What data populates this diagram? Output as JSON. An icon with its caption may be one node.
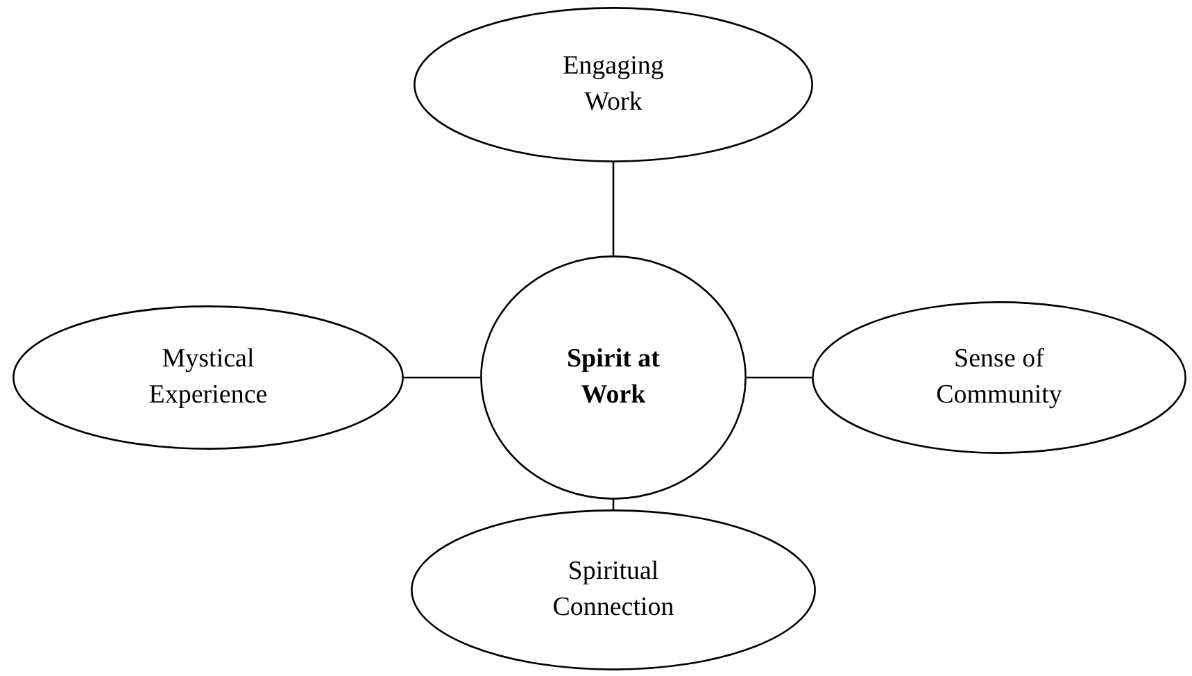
{
  "diagram": {
    "nodes": [
      {
        "text": [
          "Engaging Work"
        ]
      },
      {
        "text": [
          "Mystical Experience"
        ]
      },
      {
        "text": [
          "Spirit at Work"
        ]
      },
      {
        "text": [
          "Sense of Community"
        ]
      },
      {
        "text": [
          "Spiritual Connection"
        ]
      }
    ],
    "edges": [
      {
        "from": 2,
        "to": 0,
        "arrow": "none"
      },
      {
        "from": 2,
        "to": 1,
        "arrow": "none"
      },
      {
        "from": 2,
        "to": 3,
        "arrow": "none"
      },
      {
        "from": 2,
        "to": 4,
        "arrow": "none"
      }
    ]
  }
}
